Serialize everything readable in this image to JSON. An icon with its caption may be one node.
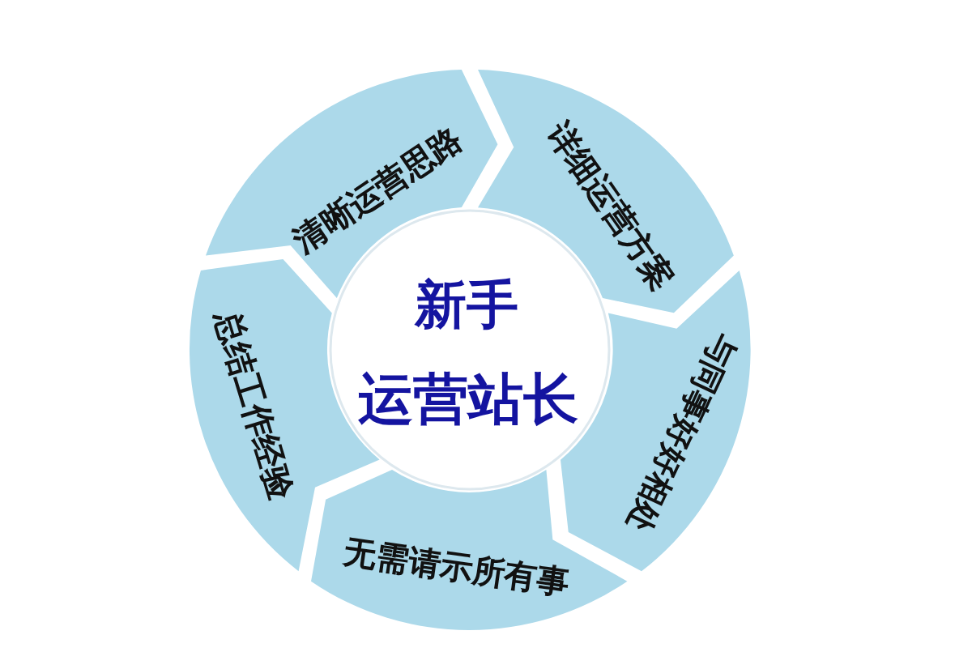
{
  "diagram": {
    "nodes": [
      {
        "text": [
          "新手",
          "运营站长"
        ]
      },
      {
        "text": [
          "清晰运营思路"
        ]
      },
      {
        "text": [
          "详细运营方案"
        ]
      },
      {
        "text": [
          "与同事好好相处"
        ]
      },
      {
        "text": [
          "无需请示所有事"
        ]
      },
      {
        "text": [
          "总结工作经验"
        ]
      }
    ]
  }
}
